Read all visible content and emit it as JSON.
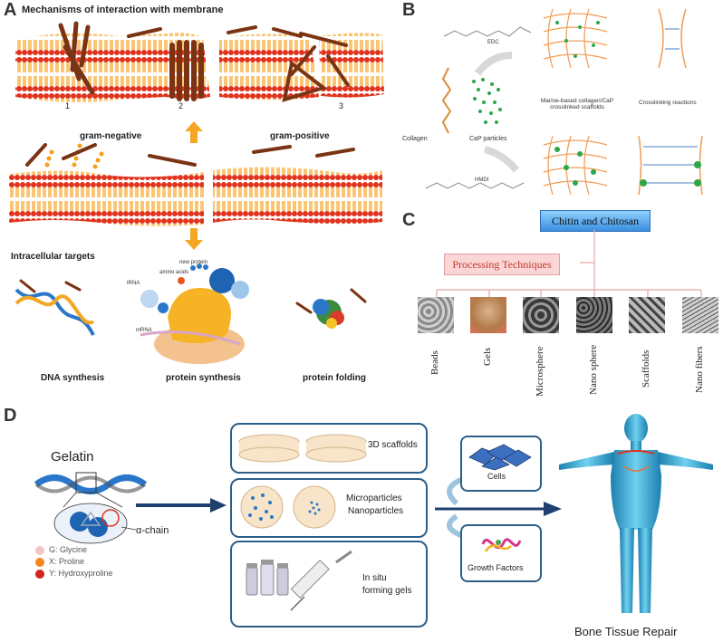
{
  "panel_a": {
    "letter": "A",
    "title": "Mechanisms of interaction with membrane",
    "mechanisms": [
      "1",
      "2",
      "3"
    ],
    "gram_negative": "gram-negative",
    "gram_positive": "gram-positive",
    "intracellular_targets": "Intracellular targets",
    "labels_protein": {
      "new_protein": "new protein",
      "amino_acids": "amino acids",
      "trna": "tRNA",
      "mrna": "mRNA"
    },
    "targets": [
      "DNA synthesis",
      "protein synthesis",
      "protein folding"
    ]
  },
  "panel_b": {
    "letter": "B",
    "edc": "EDC",
    "hmdi": "HMDI",
    "collagen": "Collagen",
    "cap": "CaP particles",
    "scaffold_caption": "Marine-based collagen/CaP crosslinked scaffolds",
    "crosslink_caption": "Crosslinking reactions"
  },
  "panel_c": {
    "letter": "C",
    "header": "Chitin and Chitosan",
    "subheader": "Processing Techniques",
    "techniques": [
      "Beads",
      "Gels",
      "Microsphere",
      "Nano sphere",
      "Scaffolds",
      "Nano fibers"
    ]
  },
  "panel_d": {
    "letter": "D",
    "gelatin": "Gelatin",
    "alpha_chain": "α-chain",
    "legend": [
      "G: Glycine",
      "X: Proline",
      "Y: Hydroxyproline"
    ],
    "scaffolds": "3D scaffolds",
    "micro_line1": "Microparticles",
    "micro_line2": "Nanoparticles",
    "insitu_line1": "In situ",
    "insitu_line2": "forming gels",
    "cells": "Cells",
    "growth_factors": "Growth Factors",
    "bone": "Bone Tissue Repair"
  },
  "colors": {
    "membrane_red": "#e0321c",
    "membrane_orange": "#f6a01a",
    "rod": "#7a3413",
    "arrow_orange": "#f5a623",
    "navy": "#1f3f6e",
    "chitin_blue": "#3a8fe0",
    "pink_box": "#fbd6d6",
    "pink_text": "#c0392b",
    "body_cyan": "#49b4d9"
  }
}
